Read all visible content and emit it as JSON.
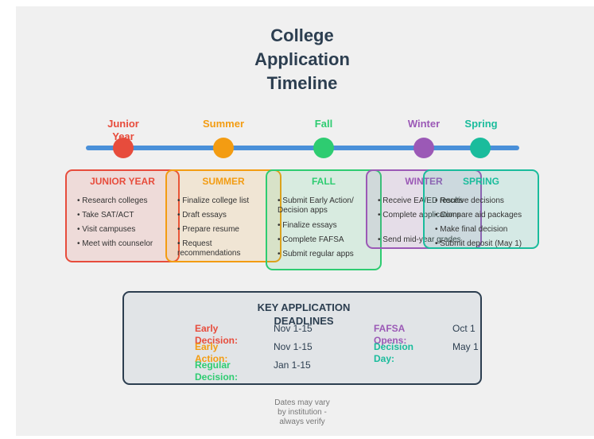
{
  "title": "College Application Timeline",
  "phases": [
    {
      "label": "Junior Year",
      "color": "#e74c3c"
    },
    {
      "label": "Summer",
      "color": "#f39c12"
    },
    {
      "label": "Fall",
      "color": "#2ecc71"
    },
    {
      "label": "Winter",
      "color": "#9b59b6"
    },
    {
      "label": "Spring",
      "color": "#1abc9c"
    }
  ],
  "cards": [
    {
      "title": "JUNIOR YEAR",
      "color": "#e74c3c",
      "items": [
        "• Research colleges",
        "• Take SAT/ACT",
        "• Visit campuses",
        "• Meet with counselor"
      ]
    },
    {
      "title": "SUMMER",
      "color": "#f39c12",
      "items": [
        "• Finalize college list",
        "• Draft essays",
        "• Prepare resume",
        "• Request recommendations"
      ]
    },
    {
      "title": "FALL",
      "color": "#2ecc71",
      "items": [
        "• Submit Early Action/ Decision apps",
        "• Finalize essays",
        "• Complete FAFSA",
        "• Submit regular apps"
      ]
    },
    {
      "title": "WINTER",
      "color": "#9b59b6",
      "items": [
        "• Receive EA/ED results",
        "• Complete applications",
        "• Send mid-year grades"
      ]
    },
    {
      "title": "SPRING",
      "color": "#1abc9c",
      "items": [
        "• Receive decisions",
        "• Compare aid packages",
        "• Make final decision",
        "• Submit deposit (May 1)"
      ]
    }
  ],
  "deadlines": {
    "title": "KEY APPLICATION DEADLINES",
    "left": [
      {
        "label": "Early Decision:",
        "value": "Nov 1-15",
        "color": "#e74c3c"
      },
      {
        "label": "Early Action:",
        "value": "Nov 1-15",
        "color": "#f39c12"
      },
      {
        "label": "Regular Decision:",
        "value": "Jan 1-15",
        "color": "#2ecc71"
      }
    ],
    "right": [
      {
        "label": "FAFSA Opens:",
        "value": "Oct 1",
        "color": "#9b59b6"
      },
      {
        "label": "Decision Day:",
        "value": "May 1",
        "color": "#1abc9c"
      }
    ]
  },
  "note": "Dates may vary by institution - always verify"
}
